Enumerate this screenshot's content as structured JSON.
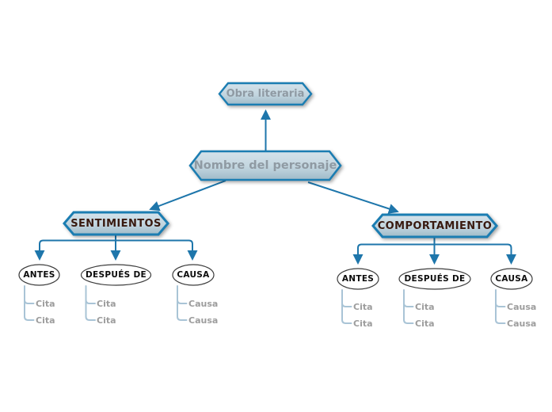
{
  "palette": {
    "background": "#ffffff",
    "node_border": "#1b7db2",
    "node_fill_top": "#d4e2ea",
    "node_fill_bottom": "#9fbac8",
    "connector": "#1e76ab",
    "leaf_connector": "#a9c4d6",
    "ellipse_border": "#3d3d3d",
    "main_text": "#8f9aa3",
    "branch_text": "#38190f",
    "leaf_text": "#9d9d9d"
  },
  "map": {
    "root_parent": "Obra literaria",
    "root": "Nombre del personaje",
    "branches": [
      {
        "label": "SENTIMIENTOS",
        "children": [
          {
            "label": "ANTES",
            "items": [
              "Cita",
              "Cita"
            ]
          },
          {
            "label": "DESPUÉS DE",
            "items": [
              "Cita",
              "Cita"
            ]
          },
          {
            "label": "CAUSA",
            "items": [
              "Causa",
              "Causa"
            ]
          }
        ]
      },
      {
        "label": "COMPORTAMIENTO",
        "children": [
          {
            "label": "ANTES",
            "items": [
              "Cita",
              "Cita"
            ]
          },
          {
            "label": "DESPUÉS DE",
            "items": [
              "Cita",
              "Cita"
            ]
          },
          {
            "label": "CAUSA",
            "items": [
              "Causa",
              "Causa"
            ]
          }
        ]
      }
    ]
  }
}
